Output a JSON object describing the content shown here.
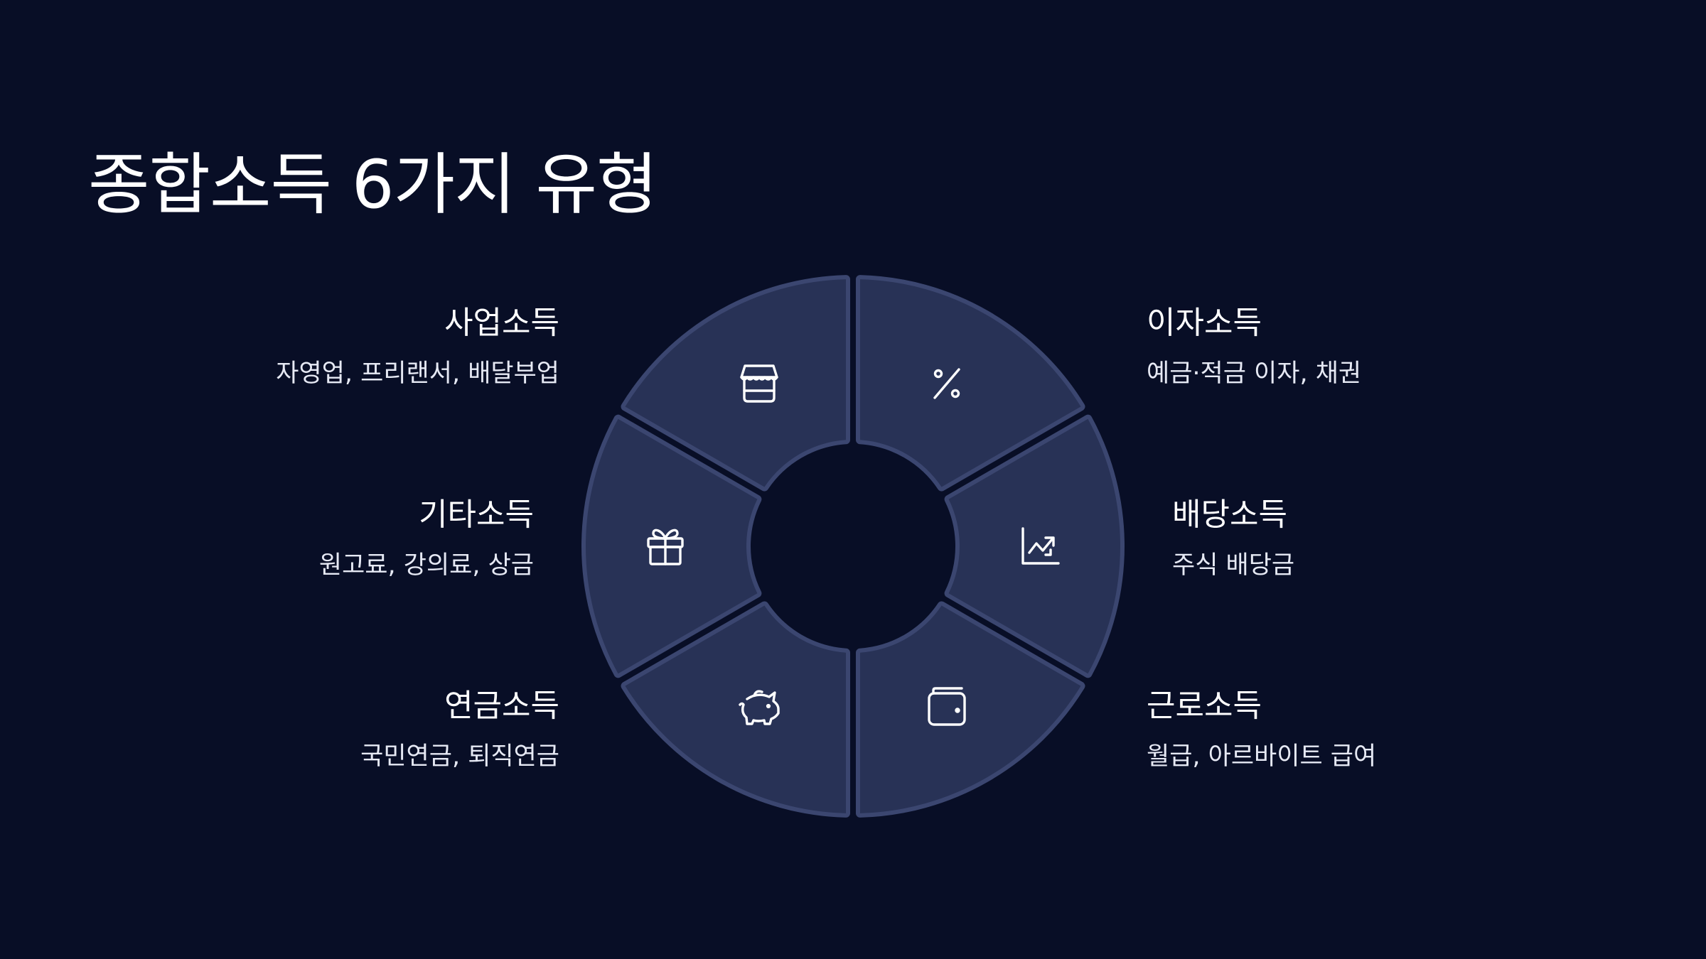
{
  "slide": {
    "title": "종합소득 6가지 유형"
  },
  "colors": {
    "background": "#080e26",
    "segment_fill": "#283256",
    "segment_stroke": "#3b4670",
    "icon_stroke": "#ffffff",
    "text": "#ffffff"
  },
  "types": [
    {
      "title": "사업소득",
      "desc": "자영업, 프리랜서, 배달부업",
      "icon": "storefront-icon"
    },
    {
      "title": "이자소득",
      "desc": "예금·적금 이자, 채권",
      "icon": "percent-icon"
    },
    {
      "title": "기타소득",
      "desc": "원고료, 강의료, 상금",
      "icon": "gift-icon"
    },
    {
      "title": "배당소득",
      "desc": "주식 배당금",
      "icon": "chart-trend-icon"
    },
    {
      "title": "연금소득",
      "desc": "국민연금, 퇴직연금",
      "icon": "piggy-bank-icon"
    },
    {
      "title": "근로소득",
      "desc": "월급, 아르바이트 급여",
      "icon": "wallet-icon"
    }
  ]
}
